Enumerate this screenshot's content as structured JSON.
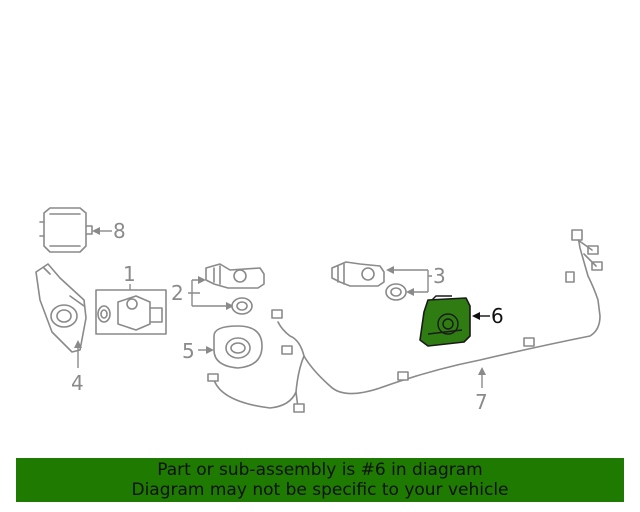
{
  "callouts": {
    "c1": "1",
    "c2": "2",
    "c3": "3",
    "c4": "4",
    "c5": "5",
    "c6": "6",
    "c7": "7",
    "c8": "8"
  },
  "highlight_color": "#2f7d12",
  "banner": {
    "line1": "Part or sub-assembly is #6 in diagram",
    "line2": "Diagram may not be specific to your vehicle",
    "background": "#1e7a00"
  }
}
